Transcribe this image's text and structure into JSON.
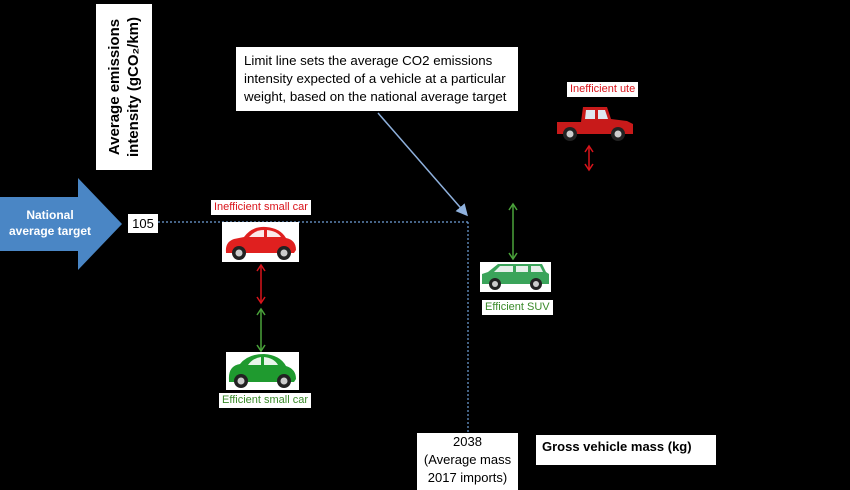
{
  "y_axis_label_line1": "Average emissions",
  "y_axis_label_line2": "intensity (gCO₂/km)",
  "callout": "Limit line sets the average CO2 emissions intensity expected of a vehicle at a particular weight, based on the national average target",
  "national_target_line1": "National",
  "national_target_line2": "average target",
  "y_value": "105",
  "x_value_line1": "2038",
  "x_value_line2": "(Average mass",
  "x_value_line3": "2017 imports)",
  "x_axis_label": "Gross vehicle mass (kg)",
  "vehicles": {
    "inefficient_small_car": "Inefficient small car",
    "efficient_small_car": "Efficient small car",
    "inefficient_ute": "Inefficient ute",
    "efficient_suv": "Efficient SUV"
  },
  "colors": {
    "red": "#d9141b",
    "green": "#3a8a2a",
    "arrow_blue": "#4a86c5",
    "callout_arrow": "#8fb1dd",
    "limit_line": "#6fa0d8"
  },
  "icons": [
    "red-car-icon",
    "green-car-icon",
    "red-ute-icon",
    "green-suv-icon"
  ]
}
